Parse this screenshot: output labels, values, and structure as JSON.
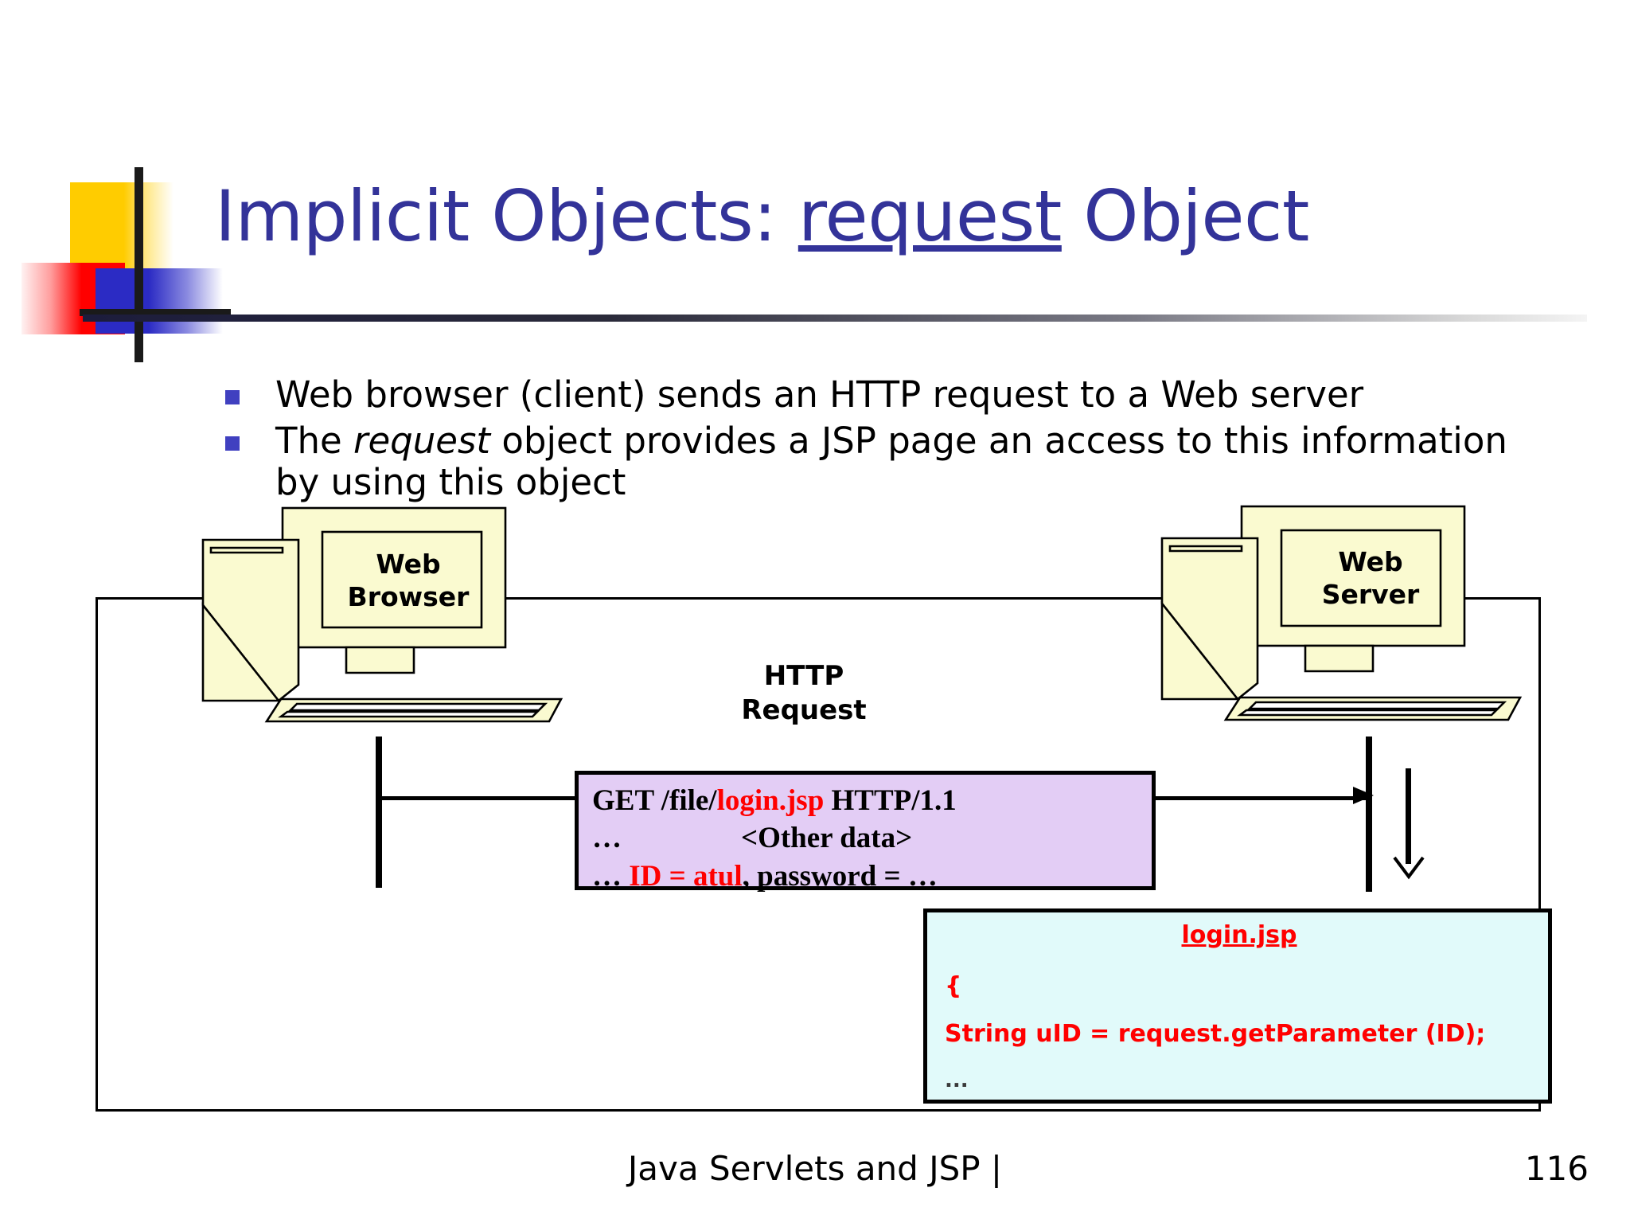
{
  "slide": {
    "title_prefix": "Implicit Objects: ",
    "title_emphasis": "request",
    "title_suffix": " Object",
    "bullets": [
      "Web browser (client) sends an HTTP request to a Web server",
      "The request object provides a JSP page an access to this information by using this object"
    ],
    "bullet2_parts": {
      "before": "The ",
      "italic": "request",
      "after": " object provides a JSP page an access to this information by using this object"
    }
  },
  "diagram": {
    "browser_label": "Web\nBrowser",
    "server_label": "Web\nServer",
    "http_caption": "HTTP\nRequest",
    "request_box": {
      "line1_a": "GET /file/",
      "line1_b": "login.jsp",
      "line1_c": " HTTP/1.1",
      "line2_a": "…",
      "line2_b": "<Other data>",
      "line3_a": "… ",
      "line3_b": "ID = atul",
      "line3_c": ", password = …"
    },
    "code_box": {
      "title": "login.jsp",
      "line1": "{",
      "line2": "String uID = request.getParameter (ID);",
      "line3": "..."
    }
  },
  "footer": {
    "text": "Java Servlets and JSP |",
    "page_number": "116"
  },
  "colors": {
    "title": "#333399",
    "bullet_marker": "#4040C0",
    "request_box_bg": "#E3CDF5",
    "code_box_bg": "#E1FAFA",
    "accent_red": "#FF0000",
    "computer_fill": "#FAFAD0"
  }
}
